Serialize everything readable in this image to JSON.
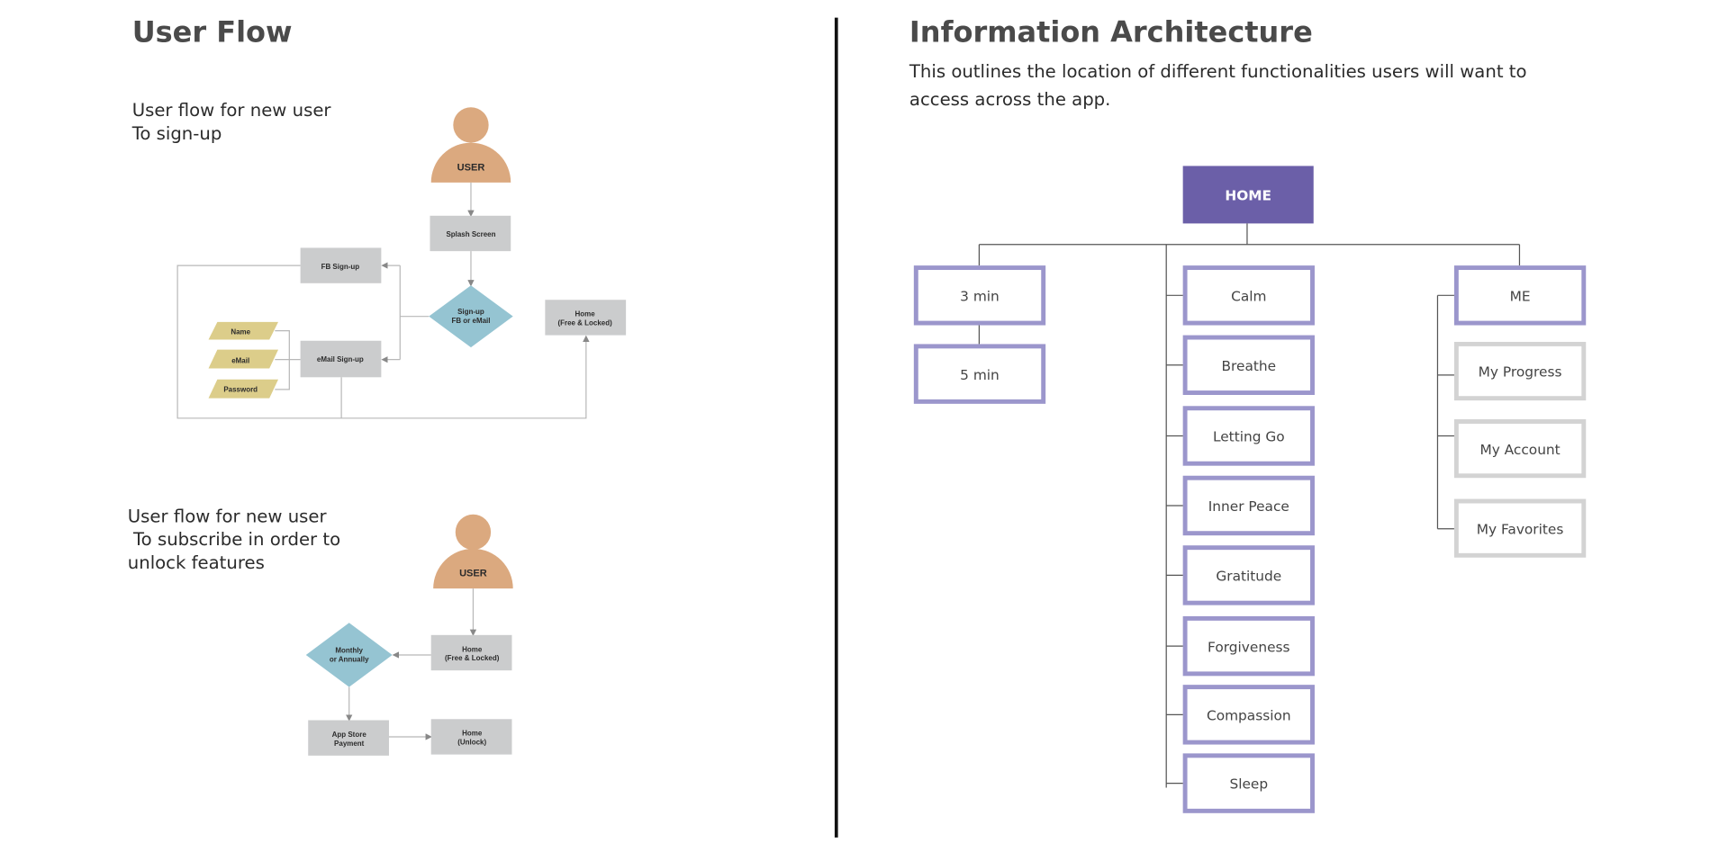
{
  "user_flow": {
    "title": "User Flow",
    "flow1": {
      "caption": [
        "User flow for new user",
        "To sign-up"
      ],
      "user": "USER",
      "splash": "Splash Screen",
      "decision": [
        "Sign-up",
        "FB or eMail"
      ],
      "fb": "FB Sign-up",
      "email": "eMail Sign-up",
      "home": [
        "Home",
        "(Free & Locked)"
      ],
      "inputs": [
        "Name",
        "eMail",
        "Password"
      ]
    },
    "flow2": {
      "caption": [
        "User flow for new user",
        " To subscribe in order to",
        "unlock features"
      ],
      "user": "USER",
      "home": [
        "Home",
        "(Free & Locked)"
      ],
      "decision": [
        "Monthly",
        "or Annually"
      ],
      "payment": [
        "App Store",
        "Payment"
      ],
      "home_unlock": [
        "Home",
        "(Unlock)"
      ]
    }
  },
  "ia": {
    "title": "Information Architecture",
    "description": [
      "This outlines the location of different functionalities users will want to",
      "access across the app."
    ],
    "root": "HOME",
    "left": [
      "3 min",
      "5 min"
    ],
    "middle": [
      "Calm",
      "Breathe",
      "Letting Go",
      "Inner Peace",
      "Gratitude",
      "Forgiveness",
      "Compassion",
      "Sleep"
    ],
    "right": {
      "head": "ME",
      "items": [
        "My Progress",
        "My Account",
        "My Favorites"
      ]
    }
  },
  "colors": {
    "purple": "#6b5fa8",
    "purple_border": "#9b96cc",
    "gray_border": "#d3d3d3",
    "user": "#dba97f",
    "diamond": "#95c4d2",
    "input": "#dccd8a",
    "box": "#cbcccd"
  }
}
